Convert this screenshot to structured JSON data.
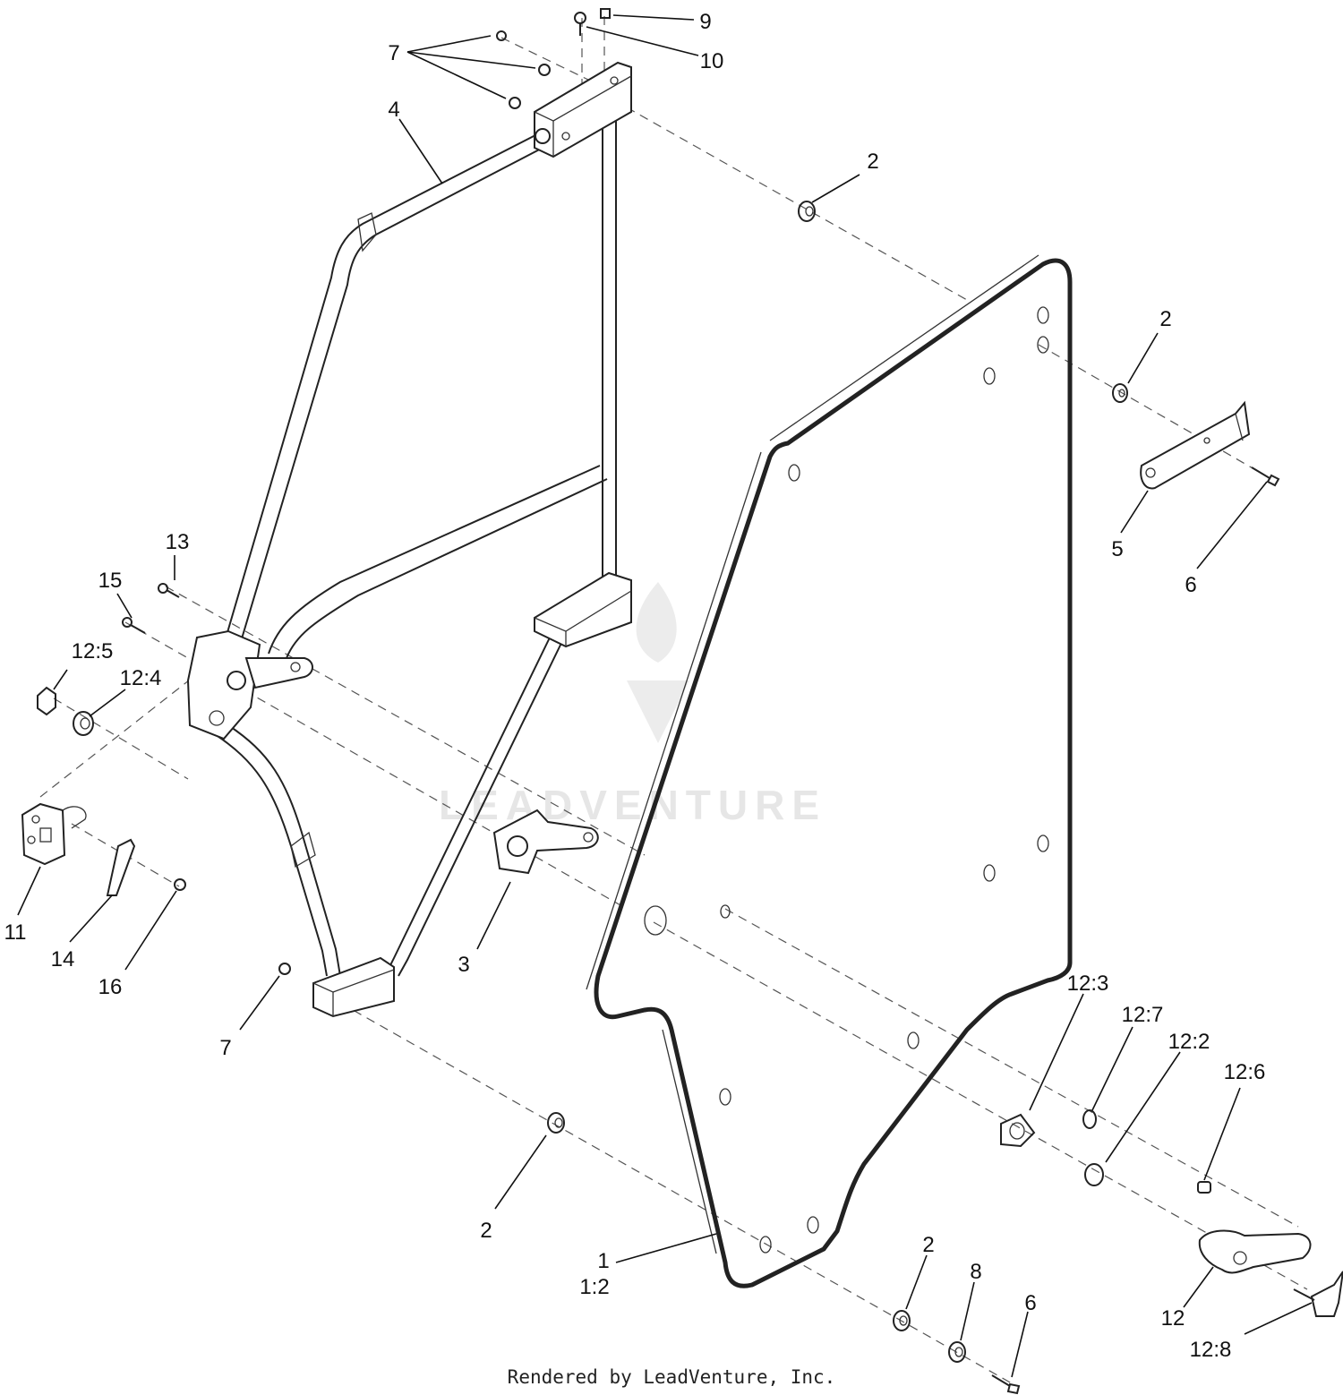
{
  "footer": {
    "text": "Rendered by LeadVenture, Inc."
  },
  "watermark": {
    "text": "LEADVENTURE",
    "color": "#e6e6e6"
  },
  "callouts": {
    "c7_top": "7",
    "c9": "9",
    "c10": "10",
    "c4": "4",
    "c2_top": "2",
    "c2_right": "2",
    "c5": "5",
    "c6_right": "6",
    "c13": "13",
    "c15": "15",
    "c12_5": "12:5",
    "c12_4": "12:4",
    "c11": "11",
    "c14": "14",
    "c16": "16",
    "c3": "3",
    "c7_bottom": "7",
    "c2_bottom_left": "2",
    "c1": "1",
    "c1_2": "1:2",
    "c12_3": "12:3",
    "c12_7": "12:7",
    "c12_2": "12:2",
    "c12_6": "12:6",
    "c2_bottom_right": "2",
    "c8": "8",
    "c6_bottom": "6",
    "c12": "12",
    "c12_8": "12:8"
  }
}
